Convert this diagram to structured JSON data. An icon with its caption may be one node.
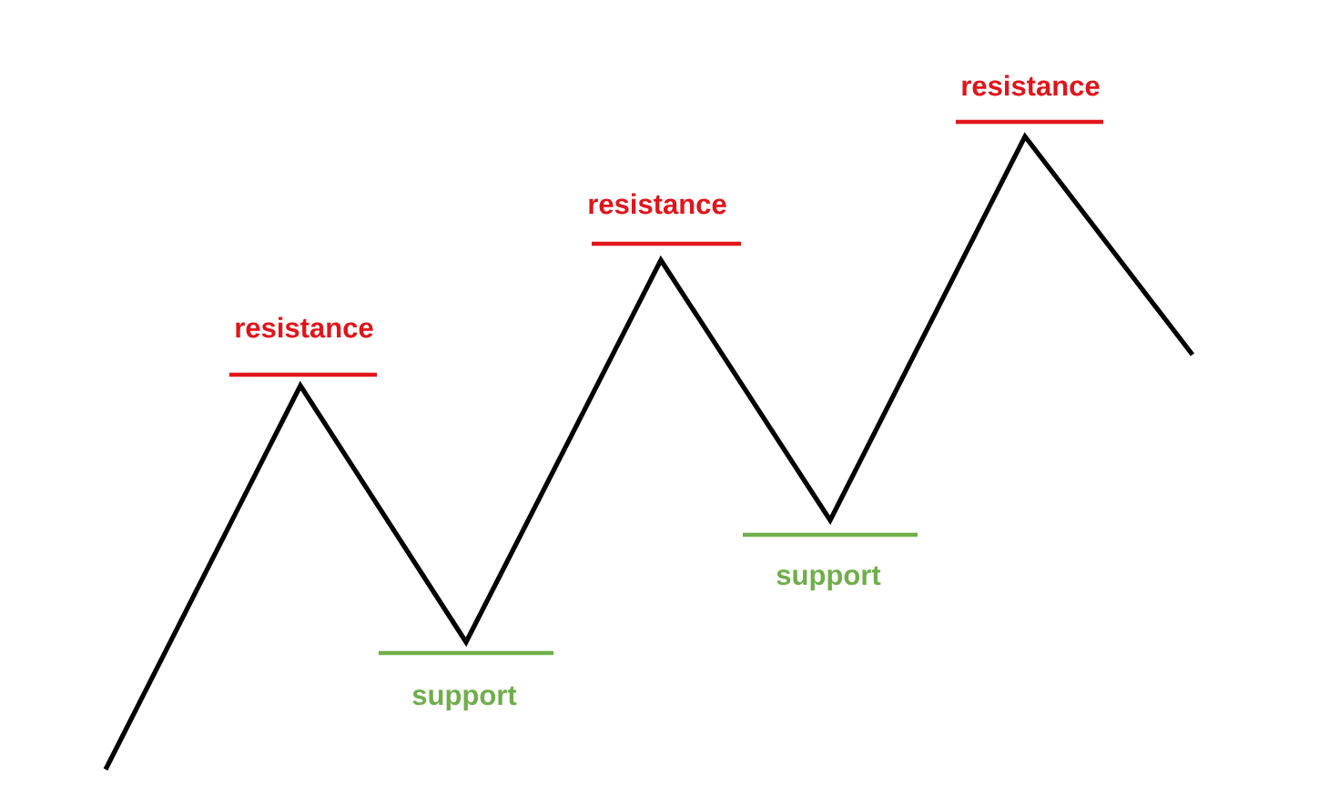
{
  "diagram": {
    "labels": [
      "resistance",
      "support",
      "resistance",
      "support",
      "resistance"
    ]
  }
}
